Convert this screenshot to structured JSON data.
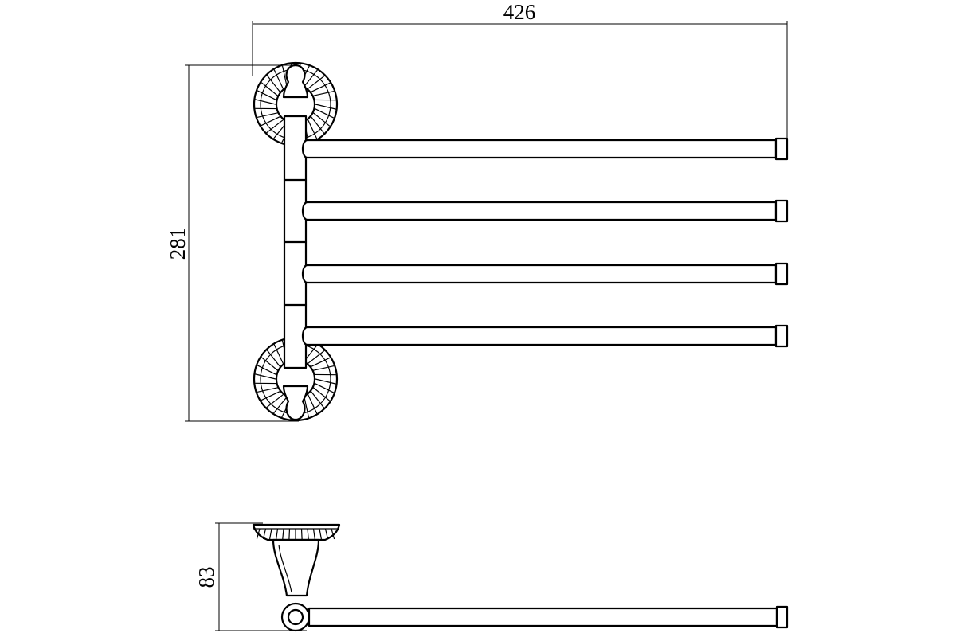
{
  "dimensions": {
    "width": "426",
    "height": "281",
    "depth": "83"
  },
  "colors": {
    "line": "#000000",
    "background": "#ffffff"
  }
}
